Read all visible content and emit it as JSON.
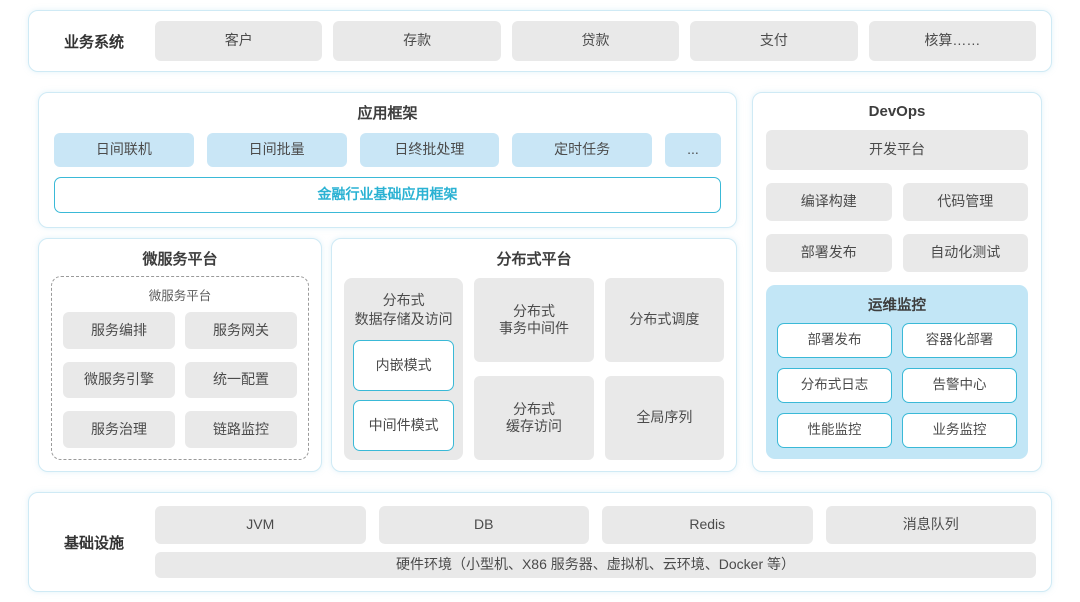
{
  "colors": {
    "accent": "#2ab2d3",
    "cyan_border": "#3ab9d7",
    "panel_border": "#cfeaf5",
    "blue_box": "#c9e6f6",
    "monitor_bg": "#c2e6f6",
    "gray_box": "#e9e9e9",
    "title_text": "#3d3d3d",
    "box_text": "#4b4b4b"
  },
  "business_systems": {
    "label": "业务系统",
    "items": [
      "客户",
      "存款",
      "贷款",
      "支付",
      "核算……"
    ]
  },
  "app_framework": {
    "title": "应用框架",
    "items": [
      "日间联机",
      "日间批量",
      "日终批处理",
      "定时任务",
      "..."
    ],
    "base": "金融行业基础应用框架"
  },
  "microservice_platform": {
    "title": "微服务平台",
    "inner_title": "微服务平台",
    "items": [
      "服务编排",
      "服务网关",
      "微服务引擎",
      "统一配置",
      "服务治理",
      "链路监控"
    ]
  },
  "distributed_platform": {
    "title": "分布式平台",
    "storage": {
      "line1": "分布式",
      "line2": "数据存储及访问",
      "modes": [
        "内嵌模式",
        "中间件模式"
      ]
    },
    "transaction": {
      "line1": "分布式",
      "line2": "事务中间件"
    },
    "cache": {
      "line1": "分布式",
      "line2": "缓存访问"
    },
    "schedule": "分布式调度",
    "sequence": "全局序列"
  },
  "devops": {
    "title": "DevOps",
    "dev_platform": "开发平台",
    "items": [
      "编译构建",
      "代码管理",
      "部署发布",
      "自动化测试"
    ],
    "monitoring": {
      "title": "运维监控",
      "items": [
        "部署发布",
        "容器化部署",
        "分布式日志",
        "告警中心",
        "性能监控",
        "业务监控"
      ]
    }
  },
  "infrastructure": {
    "label": "基础设施",
    "items": [
      "JVM",
      "DB",
      "Redis",
      "消息队列"
    ],
    "hardware": "硬件环境（小型机、X86 服务器、虚拟机、云环境、Docker 等）"
  }
}
